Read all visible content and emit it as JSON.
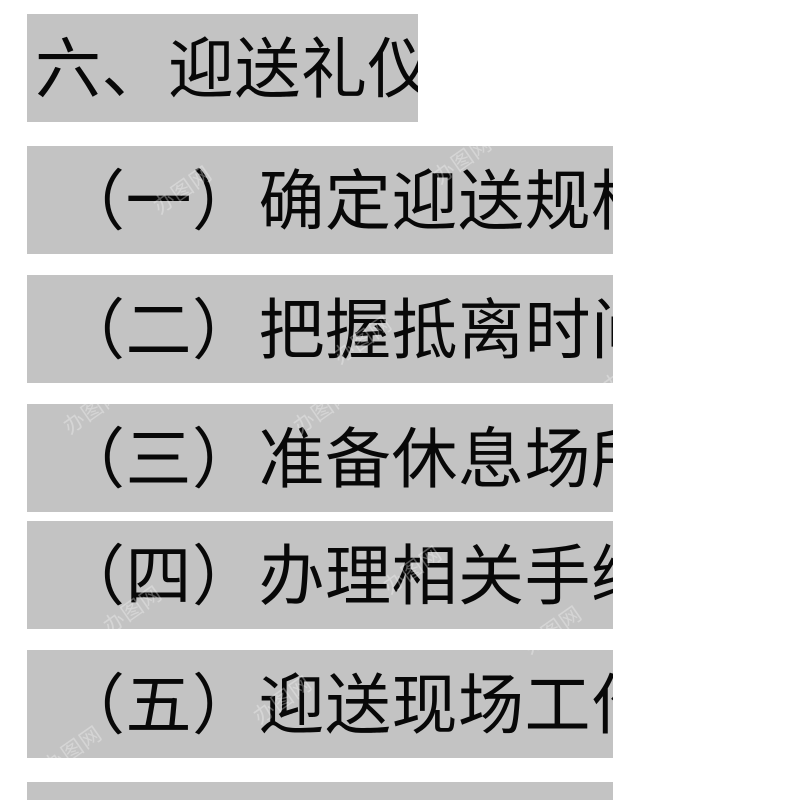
{
  "document": {
    "title": "六、迎送礼仪",
    "background_color": "#ffffff",
    "highlight_color": "#c3c3c3",
    "text_color": "#080808"
  },
  "outline": {
    "heading": {
      "label": "六、迎送礼仪",
      "level": 1
    },
    "items": [
      {
        "label": "（一）确定迎送规格",
        "level": 2
      },
      {
        "label": "（二）把握抵离时间",
        "level": 2
      },
      {
        "label": "（三）准备休息场所",
        "level": 2
      },
      {
        "label": "（四）办理相关手续",
        "level": 2
      },
      {
        "label": "（五）迎送现场工作",
        "level": 2
      },
      {
        "label": "",
        "level": 2
      }
    ]
  },
  "watermark": {
    "text": "办图网",
    "color": "#ffffff"
  }
}
